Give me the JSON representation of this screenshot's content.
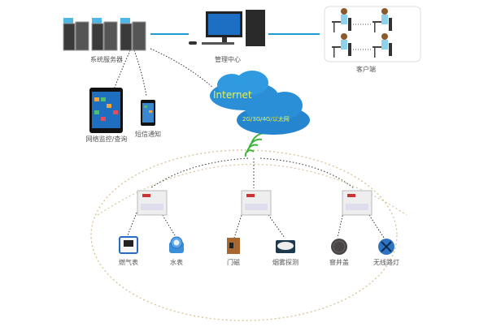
{
  "title": "系统架构图",
  "nodes": {
    "servers": {
      "label": "系统服务器",
      "icon": "server-rack-icon"
    },
    "management": {
      "label": "管理中心",
      "icon": "desktop-computer-icon"
    },
    "clients": {
      "label": "客户端",
      "icon": "client-workstations-icon"
    },
    "tablet": {
      "label": "网络监控/查询",
      "icon": "tablet-icon"
    },
    "phone": {
      "label": "短信通知",
      "icon": "smartphone-icon"
    },
    "cloud_internet": {
      "label": "Internet",
      "icon": "cloud-icon"
    },
    "cloud_network": {
      "label": "2G/3G/4G/以太网",
      "icon": "cloud-icon"
    }
  },
  "concentrators": [
    {
      "name": "concentrator-left",
      "icon": "meter-concentrator-icon"
    },
    {
      "name": "concentrator-center",
      "icon": "meter-concentrator-icon"
    },
    {
      "name": "concentrator-right",
      "icon": "meter-concentrator-icon"
    }
  ],
  "devices": [
    {
      "label": "燃气表",
      "icon": "gas-meter-icon"
    },
    {
      "label": "水表",
      "icon": "water-meter-icon"
    },
    {
      "label": "门磁",
      "icon": "door-sensor-icon"
    },
    {
      "label": "烟雾探测",
      "icon": "smoke-detector-icon"
    },
    {
      "label": "窨井盖",
      "icon": "manhole-cover-icon"
    },
    {
      "label": "无线路灯",
      "icon": "wireless-streetlight-icon"
    }
  ],
  "colors": {
    "link_blue": "#1e9ad6",
    "cloud_blue": "#2a8fd6",
    "cloud_text": "#f2f23c",
    "wireless_green": "#3fb43a",
    "ellipse_dash": "#d9c9a0"
  }
}
